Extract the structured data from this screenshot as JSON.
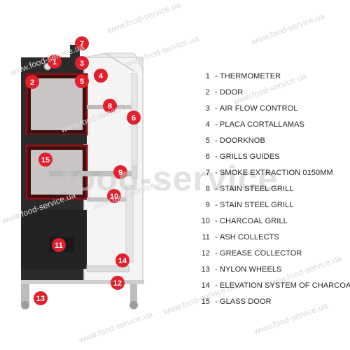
{
  "legend": [
    {
      "num": "1",
      "label": "THERMOMETER"
    },
    {
      "num": "2",
      "label": "DOOR"
    },
    {
      "num": "3",
      "label": "AIR FLOW CONTROL"
    },
    {
      "num": "4",
      "label": "PLACA CORTALLAMAS"
    },
    {
      "num": "5",
      "label": "DOORKNOB"
    },
    {
      "num": "6",
      "label": "GRILLS GUIDES"
    },
    {
      "num": "7",
      "label": "SMOKE EXTRACTION 0150MM"
    },
    {
      "num": "8",
      "label": "STAIN STEEL GRILL"
    },
    {
      "num": "9",
      "label": "STAIN STEEL GRILL"
    },
    {
      "num": "10",
      "label": "CHARCOAL GRILL"
    },
    {
      "num": "11",
      "label": "ASH COLLECTS"
    },
    {
      "num": "12",
      "label": "GREASE COLLECTOR"
    },
    {
      "num": "13",
      "label": "NYLON WHEELS"
    },
    {
      "num": "14",
      "label": "ELEVATION SYSTEM OF CHARCOAL"
    },
    {
      "num": "15",
      "label": "GLASS  DOOR"
    }
  ],
  "watermark": {
    "url": "www.food-service.ua",
    "big": "food-service"
  },
  "colors": {
    "marker": "#e2202c",
    "body": "#2b2b2b",
    "door_frame": "#8b0f14"
  }
}
